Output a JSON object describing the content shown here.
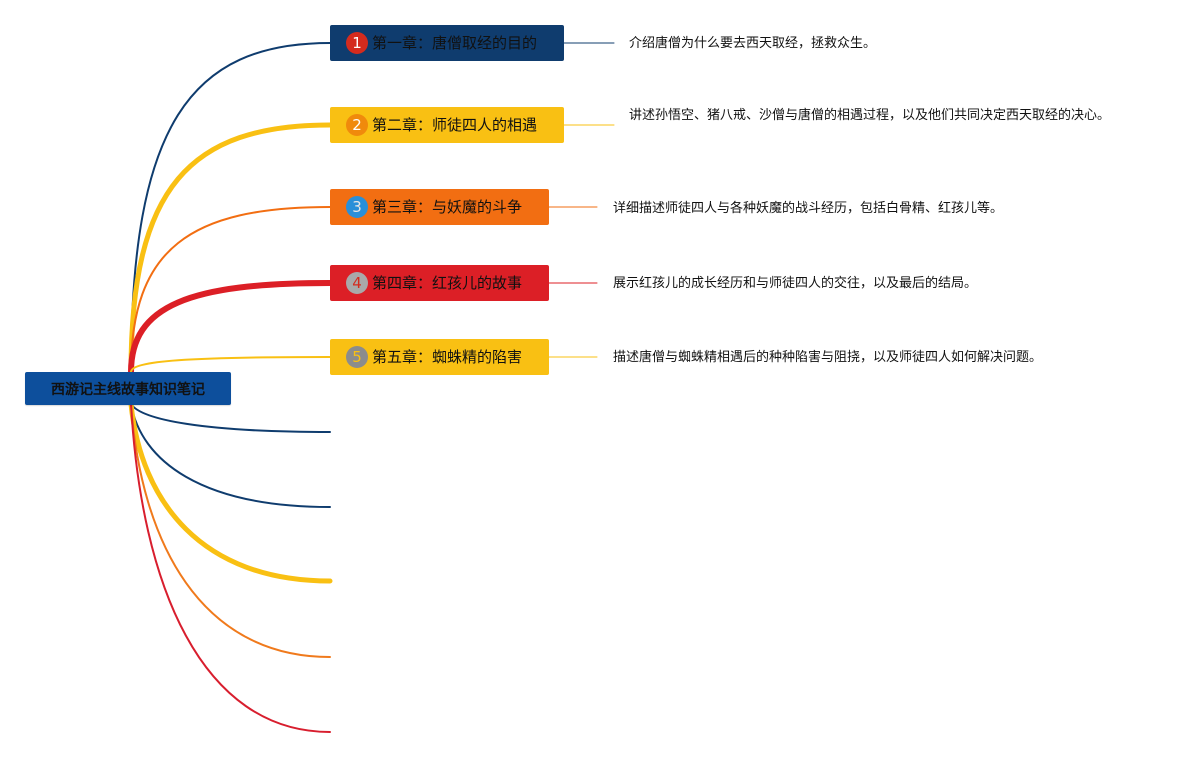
{
  "mindmap": {
    "root": {
      "label": "西游记主线故事知识笔记",
      "color": "#0d4f9c"
    },
    "chapters": [
      {
        "number": "1",
        "label": "第一章：唐僧取经的目的",
        "description": "介绍唐僧为什么要去西天取经，拯救众生。",
        "node_color": "#0f3c6e",
        "text_color": "#111111",
        "badge_color": "#d42b1e",
        "badge_text_color": "#ffffff"
      },
      {
        "number": "2",
        "label": "第二章：师徒四人的相遇",
        "description": "讲述孙悟空、猪八戒、沙僧与唐僧的相遇过程，以及他们共同决定西天取经的决心。",
        "node_color": "#f9c013",
        "text_color": "#111111",
        "badge_color": "#f08a0c",
        "badge_text_color": "#ffffff"
      },
      {
        "number": "3",
        "label": "第三章：与妖魔的斗争",
        "description": "详细描述师徒四人与各种妖魔的战斗经历，包括白骨精、红孩儿等。",
        "node_color": "#f26e12",
        "text_color": "#111111",
        "badge_color": "#2a8fd8",
        "badge_text_color": "#e6e6e6"
      },
      {
        "number": "4",
        "label": "第四章：红孩儿的故事",
        "description": "展示红孩儿的成长经历和与师徒四人的交往，以及最后的结局。",
        "node_color": "#dc1f26",
        "text_color": "#111111",
        "badge_color": "#a9a9a9",
        "badge_text_color": "#d42b1e"
      },
      {
        "number": "5",
        "label": "第五章：蜘蛛精的陷害",
        "description": "描述唐僧与蜘蛛精相遇后的种种陷害与阻挠，以及师徒四人如何解决问题。",
        "node_color": "#f9c013",
        "text_color": "#111111",
        "badge_color": "#8c8c8c",
        "badge_text_color": "#f9c013"
      }
    ],
    "empty_branch_colors": [
      "#0f3c6e",
      "#0f3c6e",
      "#f9c013",
      "#f07a1c",
      "#d81e2e"
    ]
  }
}
